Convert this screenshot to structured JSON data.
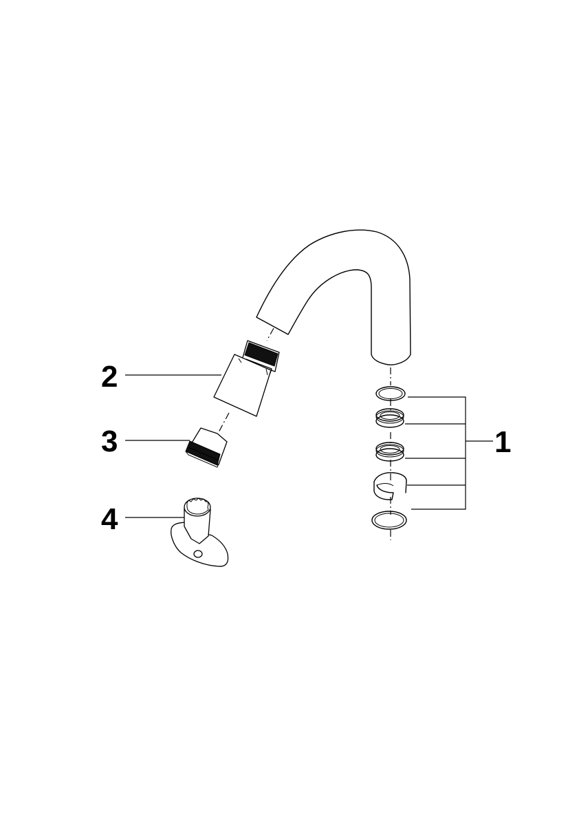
{
  "diagram": {
    "type": "exploded-parts-view",
    "subject": "faucet spout",
    "background_color": "#ffffff",
    "line_color": "#000000",
    "callouts": [
      {
        "number": "1",
        "part": "seal-and-ring set",
        "component_count": 5
      },
      {
        "number": "2",
        "part": "flow adapter"
      },
      {
        "number": "3",
        "part": "aerator"
      },
      {
        "number": "4",
        "part": "aerator key"
      }
    ]
  }
}
